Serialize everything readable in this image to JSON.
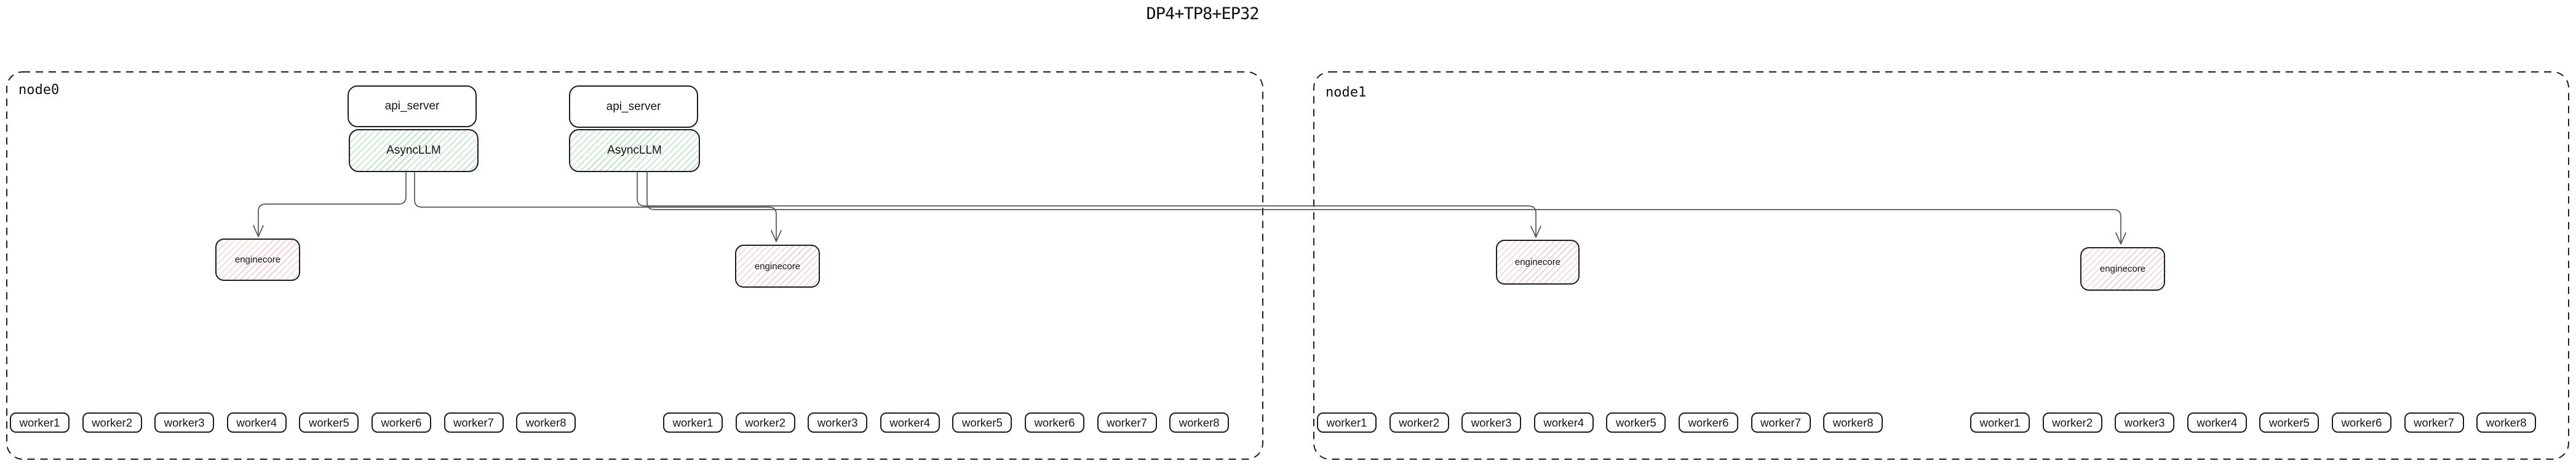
{
  "title": "DP4+TP8+EP32",
  "colors": {
    "background": "#ffffff",
    "ink": "#1e1e1e",
    "arrow": "#555555",
    "asyncllm_hatch": "rgba(82,196,104,0.55)",
    "enginecore_hatch": "rgba(224,49,49,0.30)"
  },
  "nodes": [
    {
      "label": "node0",
      "api_stacks": [
        {
          "api_server_label": "api_server",
          "asyncllm_label": "AsyncLLM"
        },
        {
          "api_server_label": "api_server",
          "asyncllm_label": "AsyncLLM"
        }
      ],
      "enginecores": [
        {
          "label": "enginecore"
        },
        {
          "label": "enginecore"
        }
      ],
      "worker_groups": [
        {
          "workers": [
            "worker1",
            "worker2",
            "worker3",
            "worker4",
            "worker5",
            "worker6",
            "worker7",
            "worker8"
          ]
        },
        {
          "workers": [
            "worker1",
            "worker2",
            "worker3",
            "worker4",
            "worker5",
            "worker6",
            "worker7",
            "worker8"
          ]
        }
      ]
    },
    {
      "label": "node1",
      "api_stacks": [],
      "enginecores": [
        {
          "label": "enginecore"
        },
        {
          "label": "enginecore"
        }
      ],
      "worker_groups": [
        {
          "workers": [
            "worker1",
            "worker2",
            "worker3",
            "worker4",
            "worker5",
            "worker6",
            "worker7",
            "worker8"
          ]
        },
        {
          "workers": [
            "worker1",
            "worker2",
            "worker3",
            "worker4",
            "worker5",
            "worker6",
            "worker7",
            "worker8"
          ]
        }
      ]
    }
  ],
  "connections": [
    {
      "from": "node0.AsyncLLM.0",
      "to": "node0.enginecore.0"
    },
    {
      "from": "node0.AsyncLLM.0",
      "to": "node0.enginecore.1"
    },
    {
      "from": "node0.AsyncLLM.1",
      "to": "node1.enginecore.0"
    },
    {
      "from": "node0.AsyncLLM.1",
      "to": "node1.enginecore.1"
    }
  ]
}
